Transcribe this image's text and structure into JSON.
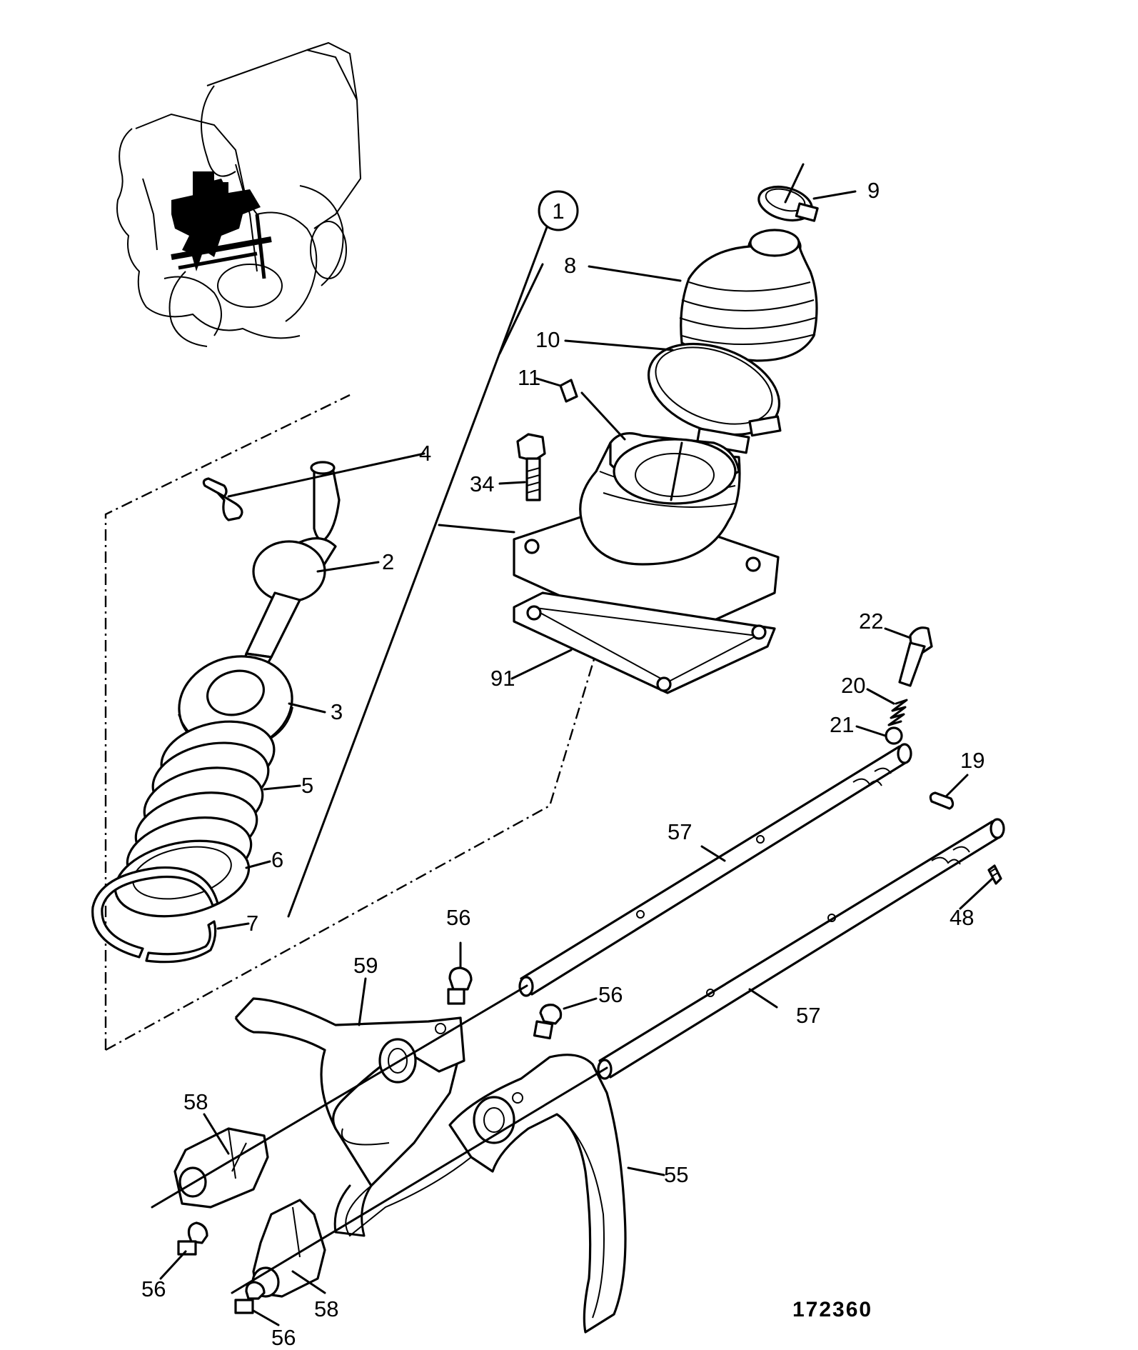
{
  "callout": {
    "assembly_number": "1"
  },
  "labels": {
    "p2": "2",
    "p3": "3",
    "p4": "4",
    "p5": "5",
    "p6": "6",
    "p7": "7",
    "p8": "8",
    "p9": "9",
    "p10": "10",
    "p11": "11",
    "p19": "19",
    "p20": "20",
    "p21": "21",
    "p22": "22",
    "p34": "34",
    "p48": "48",
    "p55": "55",
    "p56a": "56",
    "p56b": "56",
    "p56c": "56",
    "p56d": "56",
    "p57a": "57",
    "p57b": "57",
    "p58a": "58",
    "p58b": "58",
    "p59": "59",
    "p91": "91"
  },
  "reference_number": "172360"
}
